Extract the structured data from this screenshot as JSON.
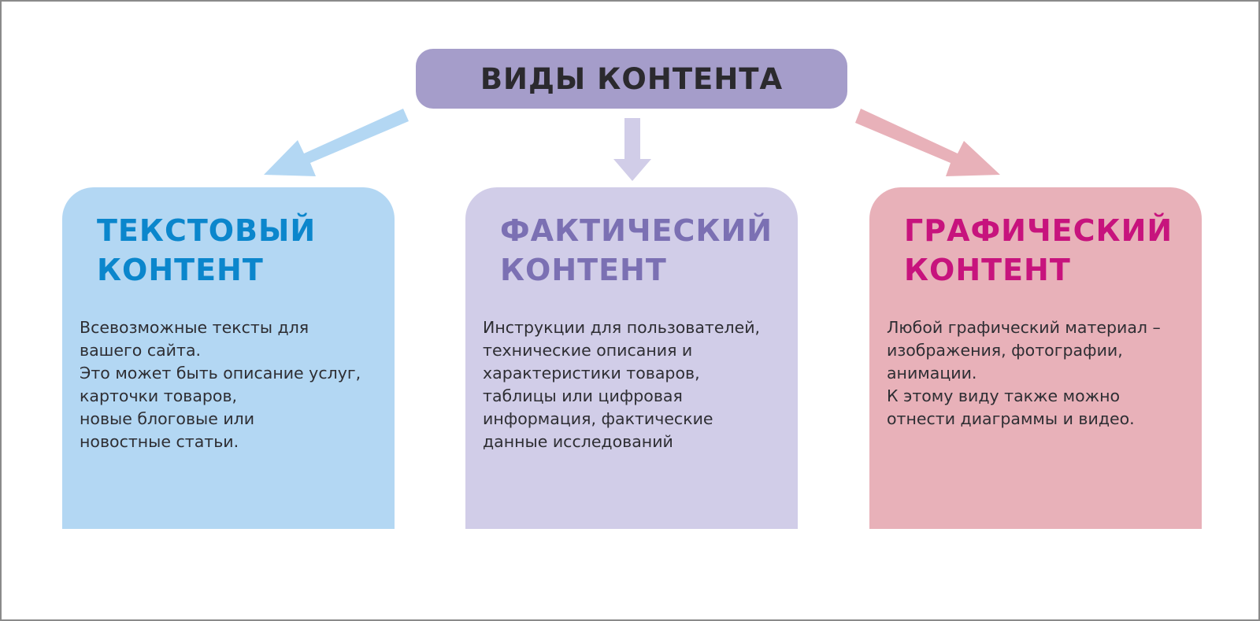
{
  "diagram": {
    "title": "ВИДЫ КОНТЕНТА",
    "colors": {
      "title_box": "#a59dca",
      "title_text": "#2b2a2e",
      "arrow_left": "#b3d7f3",
      "arrow_mid": "#d1cde8",
      "arrow_right": "#e8b1b9",
      "body_text": "#2e2e33"
    },
    "cards": [
      {
        "heading": "ТЕКСТОВЫЙ\nКОНТЕНТ",
        "heading_color": "#0b86cc",
        "background": "#b3d7f3",
        "body": "Всевозможные тексты для\nвашего сайта.\nЭто может быть описание услуг,\nкарточки товаров,\nновые блоговые или\nновостные статьи."
      },
      {
        "heading": "ФАКТИЧЕСКИЙ\nКОНТЕНТ",
        "heading_color": "#7b70b3",
        "background": "#d1cde8",
        "body": "Инструкции для пользователей,\nтехнические описания и\nхарактеристики товаров,\nтаблицы или цифровая\nинформация, фактические\nданные исследований"
      },
      {
        "heading": "ГРАФИЧЕСКИЙ\nКОНТЕНТ",
        "heading_color": "#c7137d",
        "background": "#e8b1b9",
        "body": "Любой графический материал –\nизображения, фотографии,\nанимации.\nК этому виду также можно\nотнести диаграммы и видео."
      }
    ]
  }
}
